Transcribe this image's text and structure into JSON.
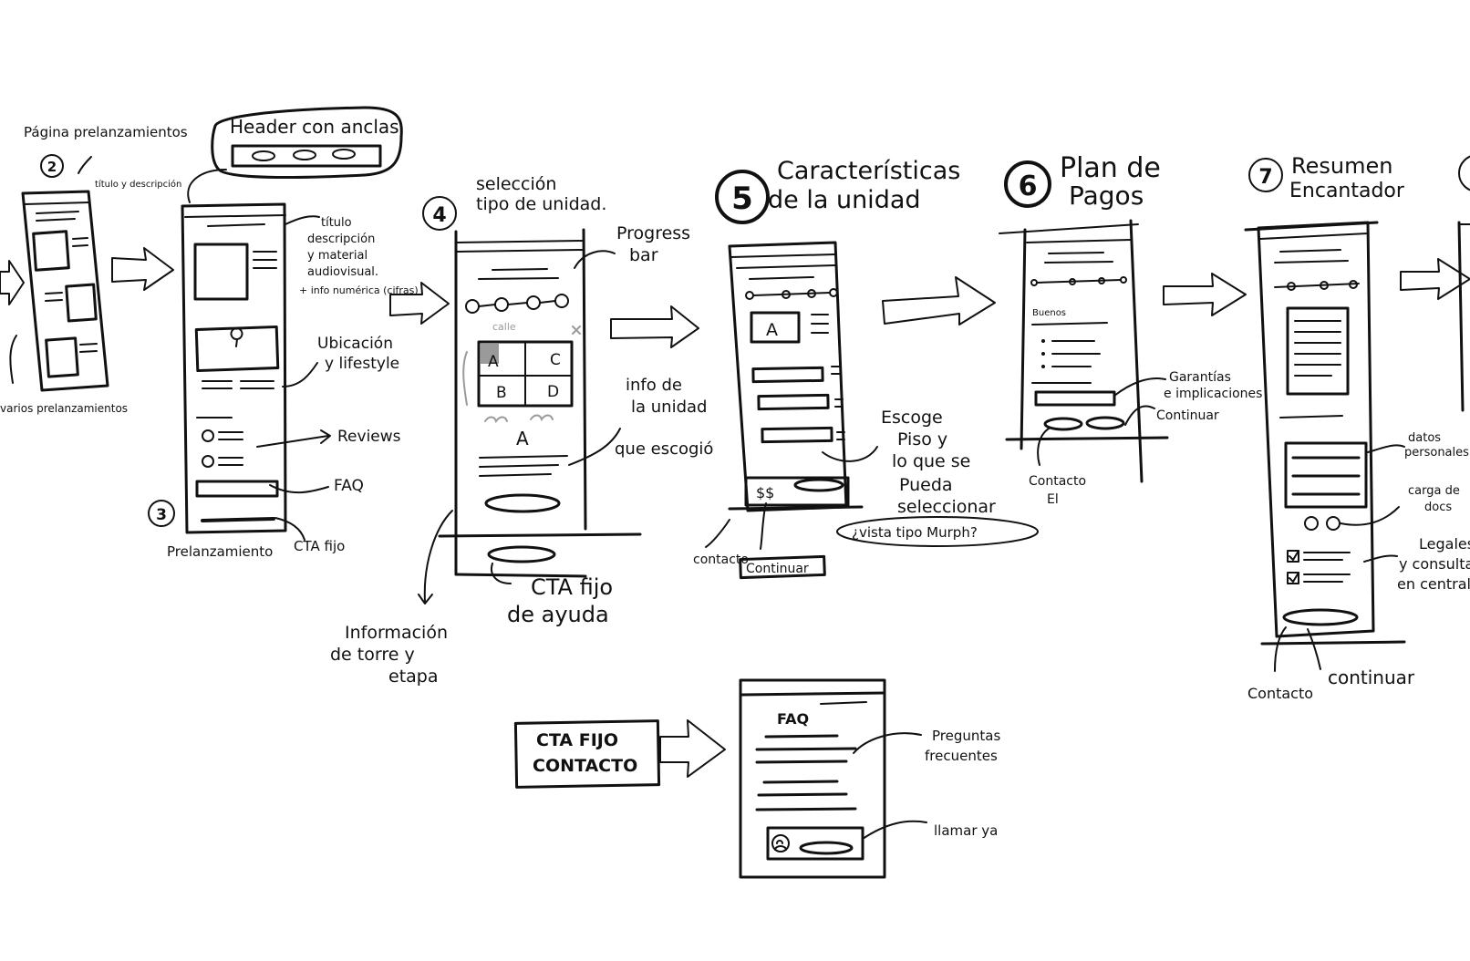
{
  "colors": {
    "arrow_fill": "#f4b94e",
    "badge_fill": "#6cd19a",
    "cta_fill": "#6cd19a",
    "ink": "#111111",
    "shadow_gray": "#9a9a9a"
  },
  "steps": [
    {
      "number": "2",
      "label": "Página prelanzamientos"
    },
    {
      "number": "3",
      "label": "Prelanzamiento"
    },
    {
      "number": "4",
      "label": "selección tipo de unidad."
    },
    {
      "number": "5",
      "label": "Características de la unidad"
    },
    {
      "number": "6",
      "label": "Plan de Pagos"
    },
    {
      "number": "7",
      "label": "Resumen Encantador"
    }
  ],
  "annotations": {
    "titulo_descripcion_small": "título y descripción",
    "varios_prelanzamientos": "varios prelanzamientos",
    "header_con_anclas": "Header con anclas",
    "titulo_material": "título descripción y material audiovisual.",
    "info_numerica": "+ info numérica (cifras)",
    "ubicacion": "Ubicación y lifestyle",
    "reviews": "Reviews",
    "faq": "FAQ",
    "cta_fijo": "CTA fijo",
    "progress_bar": "Progress bar",
    "calle": "calle",
    "info_unidad": "info de la unidad que escogió",
    "informacion_torre": "Información de torre y etapa",
    "cta_fijo_ayuda": "CTA fijo de ayuda",
    "escoge_piso": "Escoge Piso y lo que se pueda seleccionar",
    "vista_tipo": "¿vista tipo Murph?",
    "contacto": "contacto",
    "continuar_btn": "Continuar",
    "garantias": "Garantías e implicaciones",
    "continuar_6": "Continuar",
    "contacto_el": "Contacto El",
    "datos_personales": "datos personales",
    "carga_docs": "carga de docs",
    "legales": "Legales y consultas en centrales",
    "contacto_7": "Contacto",
    "continuar_7": "continuar",
    "cta_fijo_contacto": "CTA FIJO CONTACTO",
    "faq_header": "FAQ",
    "preguntas_frecuentes": "Preguntas frecuentes",
    "llamar_ya": "llamar ya"
  },
  "wireframe_labels": {
    "unit_a": "A",
    "unit_b": "B",
    "unit_c": "C",
    "unit_d": "D",
    "unit_selected": "A",
    "char_unit": "A",
    "price": "$$",
    "plan_header": "Buenos"
  }
}
